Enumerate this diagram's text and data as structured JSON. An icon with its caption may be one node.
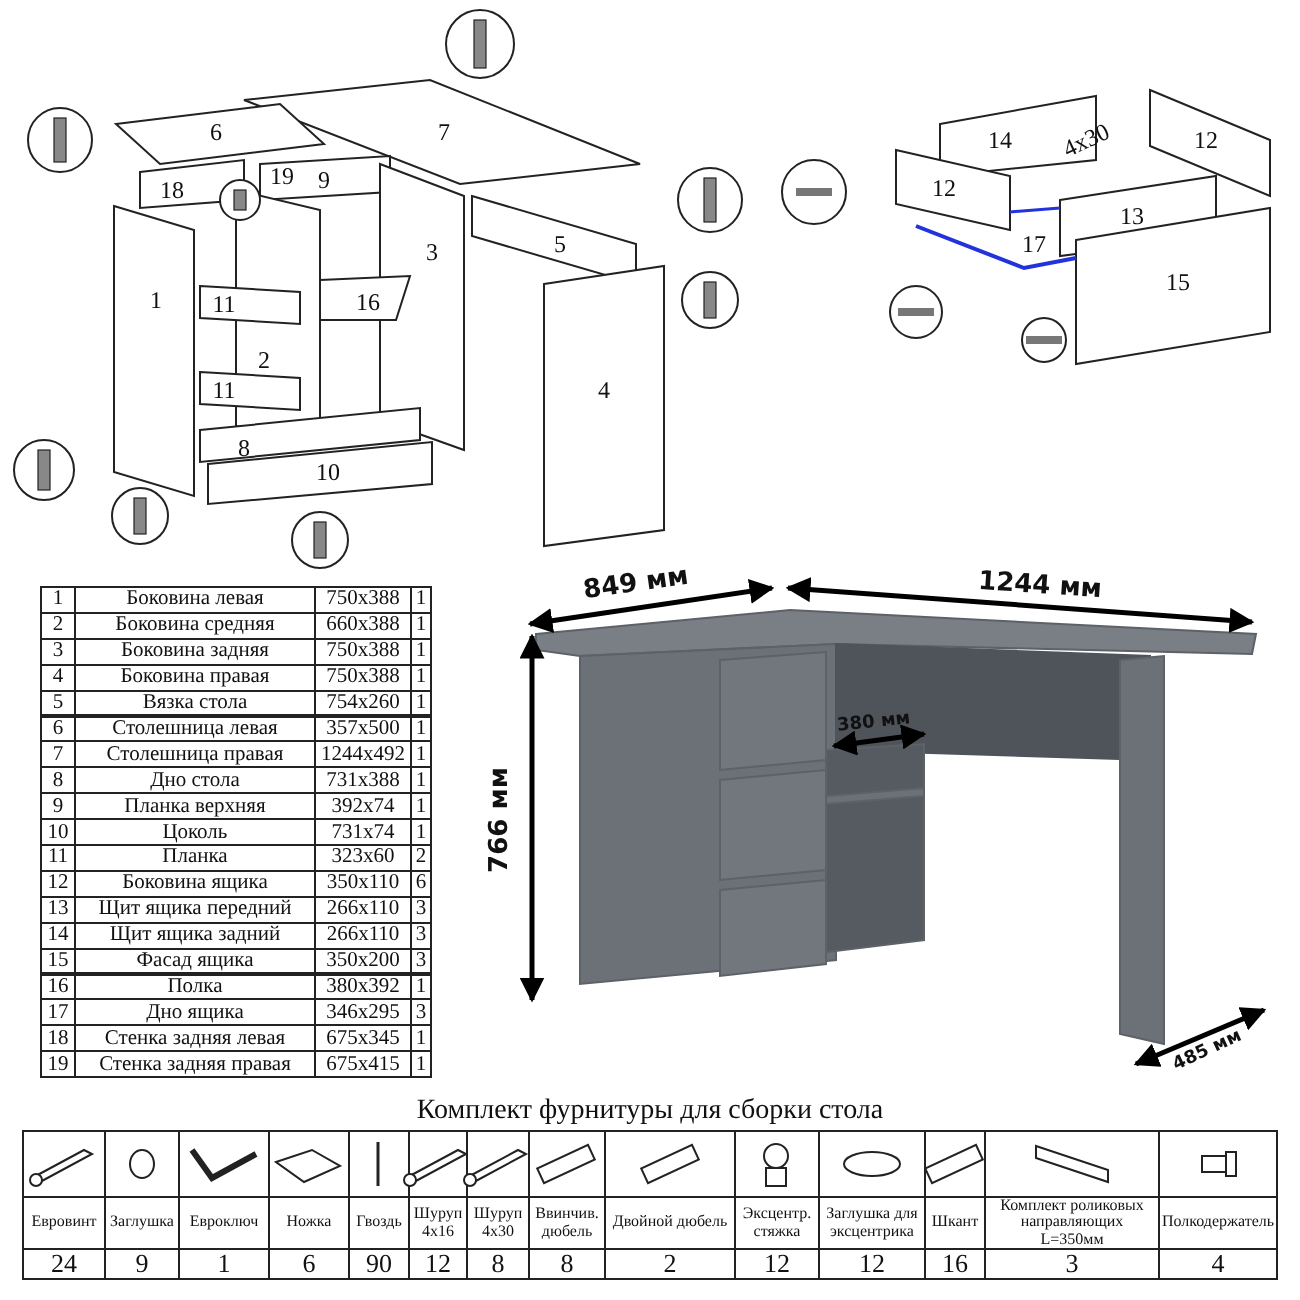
{
  "diagram": {
    "labels": [
      "6",
      "7",
      "19",
      "9",
      "18",
      "1",
      "3",
      "5",
      "11",
      "16",
      "2",
      "11",
      "4",
      "8",
      "10",
      "14",
      "12",
      "4x30",
      "12",
      "13",
      "17",
      "15",
      "849 мм",
      "1244 мм",
      "766 мм",
      "380 мм",
      "485 мм",
      "1",
      "Боковина левая",
      "750x388",
      "1",
      "2",
      "Боковина средняя",
      "660x388",
      "1",
      "3",
      "Боковина задняя",
      "750x388",
      "1",
      "4",
      "Боковина правая",
      "750x388",
      "1",
      "5",
      "Вязка стола",
      "754x260",
      "1",
      "6",
      "Столешница левая",
      "357x500",
      "1",
      "7",
      "Столешница правая",
      "1244x492",
      "1",
      "8",
      "Дно стола",
      "731x388",
      "1",
      "9",
      "Планка верхняя",
      "392x74",
      "1",
      "10",
      "Цоколь",
      "731x74",
      "1",
      "11",
      "Планка",
      "323x60",
      "2",
      "12",
      "Боковина ящика",
      "350x110",
      "6",
      "13",
      "Щит ящика передний",
      "266x110",
      "3",
      "14",
      "Щит ящика задний",
      "266x110",
      "3",
      "15",
      "Фасад ящика",
      "350x200",
      "3",
      "16",
      "Полка",
      "380x392",
      "1",
      "17",
      "Дно ящика",
      "346x295",
      "3",
      "18",
      "Стенка задняя левая",
      "675x345",
      "1",
      "19",
      "Стенка задняя правая",
      "675x415",
      "1",
      "Комплект фурнитуры для сборки стола",
      "Евровинт",
      "Заглушка",
      "Евроключ",
      "Ножка",
      "Гвоздь",
      "Шуруп 4x16",
      "Шуруп 4x30",
      "Ввинчив. дюбель",
      "Двойной дюбель",
      "Эксцентр. стяжка",
      "Заглушка для эксцентрика",
      "Шкант",
      "Комплект роликовых направляющих L=350мм",
      "Полкодержатель",
      "24",
      "9",
      "1",
      "6",
      "90",
      "12",
      "8",
      "8",
      "2",
      "12",
      "12",
      "16",
      "3",
      "4"
    ]
  }
}
